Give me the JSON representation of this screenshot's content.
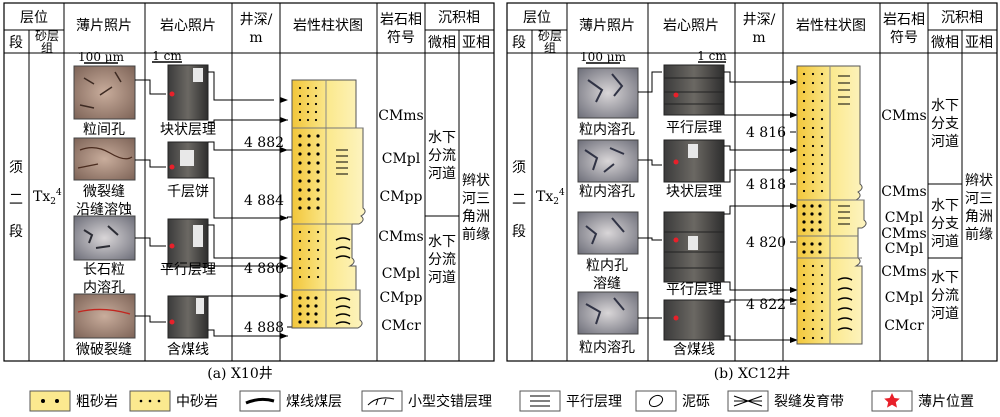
{
  "panels": [
    {
      "caption": "(a) X10井",
      "headers": {
        "layer": "层位",
        "segment": "段",
        "sand_group_1": "砂层",
        "sand_group_2": "组",
        "thin_section": "薄片照片",
        "core": "岩心照片",
        "depth_1": "井深/",
        "depth_2": "m",
        "column": "岩性柱状图",
        "symbol_1": "岩石相",
        "symbol_2": "符号",
        "facies": "沉积相",
        "micro": "微相",
        "sub": "亚相"
      },
      "segment_chars": [
        "须",
        "二",
        "段"
      ],
      "sand_group_base": "Tx",
      "sand_group_sub": "2",
      "sand_group_sup": "4",
      "scale_thin": "100 μm",
      "scale_core": "1 cm",
      "thin_labels": [
        "粒间孔",
        "微裂缝",
        "沿缝溶蚀",
        "长石粒",
        "内溶孔",
        "微破裂缝"
      ],
      "core_labels": [
        "块状层理",
        "千层饼",
        "平行层理",
        "含煤线"
      ],
      "depth_ticks": [
        "4 882",
        "4 884",
        "4 886",
        "4 888"
      ],
      "facies_codes": [
        "CMms",
        "CMpl",
        "CMpp",
        "CMms",
        "CMpl",
        "CMpp",
        "CMcr"
      ],
      "micro_1": [
        "水下",
        "分流",
        "河道"
      ],
      "micro_2": [
        "水下",
        "分流",
        "河道"
      ],
      "sub_facies": [
        "辫状",
        "河三",
        "角洲",
        "前缘"
      ]
    },
    {
      "caption": "(b) XC12井",
      "headers": {
        "layer": "层位",
        "segment": "段",
        "sand_group_1": "砂层",
        "sand_group_2": "组",
        "thin_section": "薄片照片",
        "core": "岩心照片",
        "depth_1": "井深/",
        "depth_2": "m",
        "column": "岩性柱状图",
        "symbol_1": "岩石相",
        "symbol_2": "符号",
        "facies": "沉积相",
        "micro": "微相",
        "sub": "亚相"
      },
      "segment_chars": [
        "须",
        "二",
        "段"
      ],
      "sand_group_base": "Tx",
      "sand_group_sub": "2",
      "sand_group_sup": "4",
      "scale_thin": "100 μm",
      "scale_core": "1 cm",
      "thin_labels": [
        "粒内溶孔",
        "粒内溶孔",
        "粒内孔",
        "溶缝",
        "粒内溶孔"
      ],
      "core_labels": [
        "平行层理",
        "块状层理",
        "平行层理",
        "含煤线"
      ],
      "depth_ticks": [
        "4 816",
        "4 818",
        "4 820",
        "4 822"
      ],
      "facies_codes": [
        "CMms",
        "CMms",
        "CMpl",
        "CMms",
        "CMpl",
        "CMms",
        "CMpl",
        "CMcr"
      ],
      "micro_1": [
        "水下",
        "分支",
        "河道"
      ],
      "micro_2": [
        "水下",
        "分支",
        "河道"
      ],
      "micro_3": [
        "水下",
        "分流",
        "河道"
      ],
      "sub_facies": [
        "辫状",
        "河三",
        "角洲",
        "前缘"
      ]
    }
  ],
  "legend": {
    "items": [
      "粗砂岩",
      "中砂岩",
      "煤线煤层",
      "小型交错层理",
      "平行层理",
      "泥砾",
      "裂缝发育带",
      "薄片位置"
    ],
    "colors": {
      "sand": "#fbe98f",
      "star": "#e8202a"
    }
  }
}
